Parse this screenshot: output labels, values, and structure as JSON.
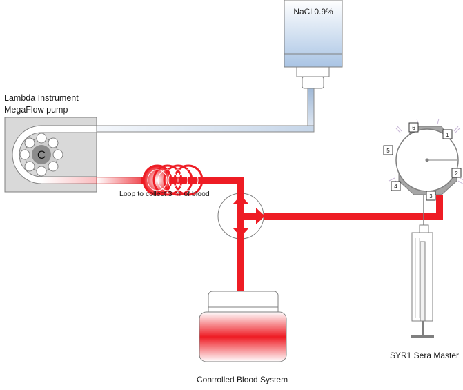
{
  "saline_bag": {
    "label": "NaCl 0.9%"
  },
  "pump": {
    "label_line1": "Lambda Instrument",
    "label_line2": "MegaFlow pump",
    "rotor_letter": "C"
  },
  "loop": {
    "label": "Loop to collect 3 ml of blood"
  },
  "blood_system": {
    "label": "Controlled Blood System"
  },
  "syringe": {
    "label": "SYR1 Sera Master"
  },
  "valve": {
    "ports": [
      "1",
      "2",
      "3",
      "4",
      "5",
      "6"
    ]
  },
  "colors": {
    "blood": "#ee1c24",
    "saline": "#b8cde4",
    "outline": "#7f7f7f",
    "housing": "#d9d9d9"
  }
}
